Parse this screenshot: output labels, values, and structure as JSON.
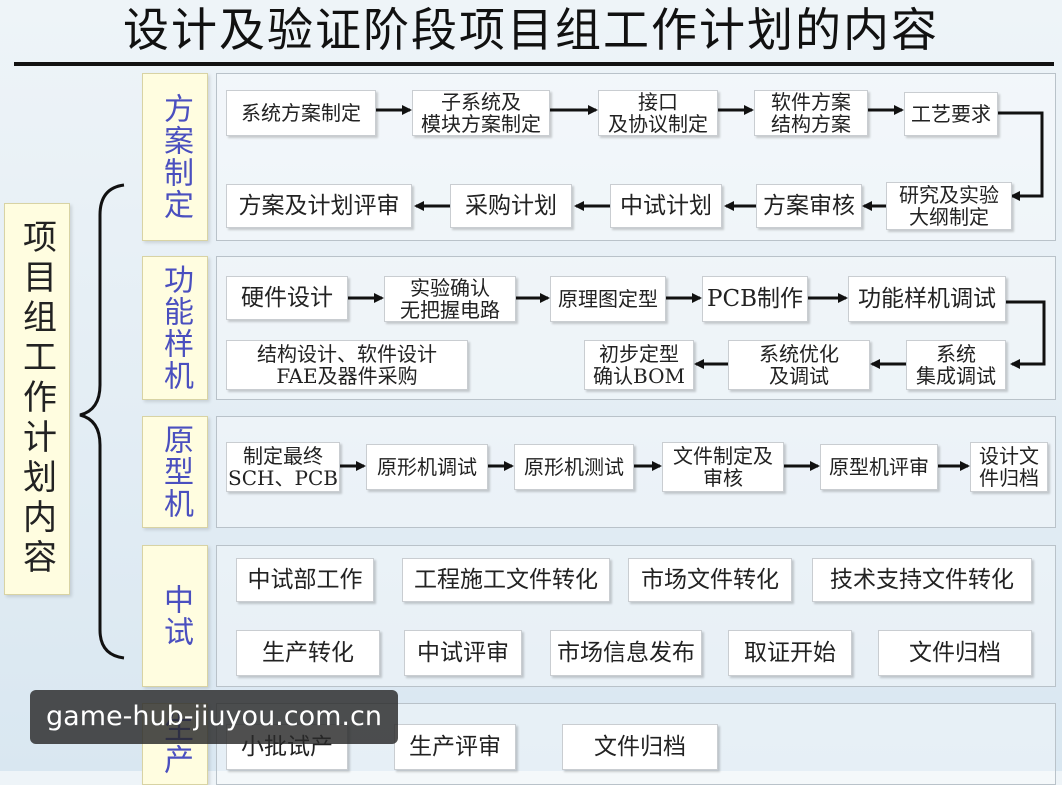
{
  "title": "设计及验证阶段项目组工作计划的内容",
  "main_label": "项目组工作计划内容",
  "phases": [
    {
      "id": "fangan",
      "label": "方案制定",
      "boxes": [
        {
          "id": "fa1",
          "text": "系统方案制定"
        },
        {
          "id": "fa2",
          "text": "子系统及\n模块方案制定"
        },
        {
          "id": "fa3",
          "text": "接口\n及协议制定"
        },
        {
          "id": "fa4",
          "text": "软件方案\n结构方案"
        },
        {
          "id": "fa5",
          "text": "工艺要求"
        },
        {
          "id": "fa6",
          "text": "研究及实验\n大纲制定"
        },
        {
          "id": "fa7",
          "text": "方案审核"
        },
        {
          "id": "fa8",
          "text": "中试计划"
        },
        {
          "id": "fa9",
          "text": "采购计划"
        },
        {
          "id": "fa10",
          "text": "方案及计划评审"
        }
      ]
    },
    {
      "id": "gongneng",
      "label": "功能样机",
      "boxes": [
        {
          "id": "gn1",
          "text": "硬件设计"
        },
        {
          "id": "gn2",
          "text": "实验确认\n无把握电路"
        },
        {
          "id": "gn3",
          "text": "原理图定型"
        },
        {
          "id": "gn4",
          "text": "PCB制作"
        },
        {
          "id": "gn5",
          "text": "功能样机调试"
        },
        {
          "id": "gn6",
          "text": "系统\n集成调试"
        },
        {
          "id": "gn7",
          "text": "系统优化\n及调试"
        },
        {
          "id": "gn8",
          "text": "初步定型\n确认BOM"
        },
        {
          "id": "gn9",
          "text": "结构设计、软件设计\nFAE及器件采购"
        }
      ]
    },
    {
      "id": "yuanxing",
      "label": "原型机",
      "boxes": [
        {
          "id": "yx1",
          "text": "制定最终\nSCH、PCB"
        },
        {
          "id": "yx2",
          "text": "原形机调试"
        },
        {
          "id": "yx3",
          "text": "原形机测试"
        },
        {
          "id": "yx4",
          "text": "文件制定及\n审核"
        },
        {
          "id": "yx5",
          "text": "原型机评审"
        },
        {
          "id": "yx6",
          "text": "设计文\n件归档"
        }
      ]
    },
    {
      "id": "zhongshi",
      "label": "中试",
      "boxes": [
        {
          "id": "zs1",
          "text": "中试部工作"
        },
        {
          "id": "zs2",
          "text": "工程施工文件转化"
        },
        {
          "id": "zs3",
          "text": "市场文件转化"
        },
        {
          "id": "zs4",
          "text": "技术支持文件转化"
        },
        {
          "id": "zs5",
          "text": "生产转化"
        },
        {
          "id": "zs6",
          "text": "中试评审"
        },
        {
          "id": "zs7",
          "text": "市场信息发布"
        },
        {
          "id": "zs8",
          "text": "取证开始"
        },
        {
          "id": "zs9",
          "text": "文件归档"
        }
      ]
    },
    {
      "id": "shengchan",
      "label": "生产",
      "boxes": [
        {
          "id": "sc1",
          "text": "小批试产"
        },
        {
          "id": "sc2",
          "text": "生产评审"
        },
        {
          "id": "sc3",
          "text": "文件归档"
        }
      ]
    }
  ],
  "watermark": "game-hub-jiuyou.com.cn"
}
